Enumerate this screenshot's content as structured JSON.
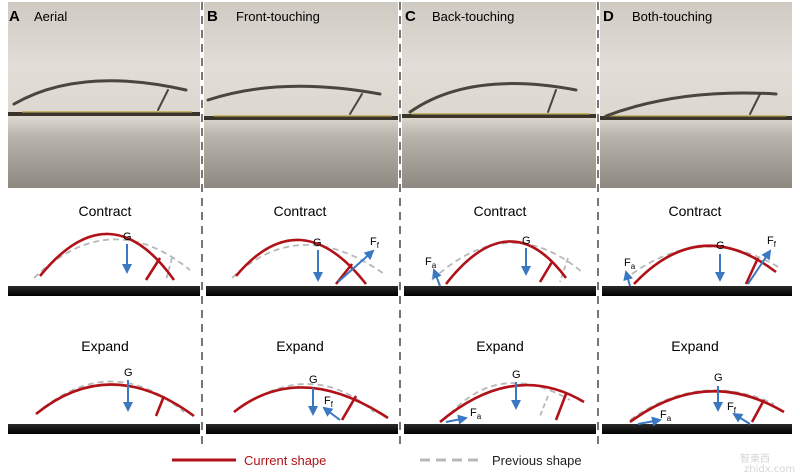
{
  "panels": [
    {
      "letter": "A",
      "title": "Aerial"
    },
    {
      "letter": "B",
      "title": "Front-touching"
    },
    {
      "letter": "C",
      "title": "Back-touching"
    },
    {
      "letter": "D",
      "title": "Both-touching"
    }
  ],
  "phases": {
    "contract": "Contract",
    "expand": "Expand"
  },
  "labels": {
    "gravity": "G",
    "force_prefix": "F",
    "front_sub": "f",
    "back_sub": "a"
  },
  "legend": {
    "current": "Current shape",
    "previous": "Previous shape"
  },
  "colors": {
    "current": "#b01218",
    "previous": "#b8b8b8",
    "arrow": "#3a78c2",
    "ground": "#111111",
    "divider": "#777777"
  },
  "watermark": {
    "text": "智東西",
    "caption": "zhidx.com"
  }
}
